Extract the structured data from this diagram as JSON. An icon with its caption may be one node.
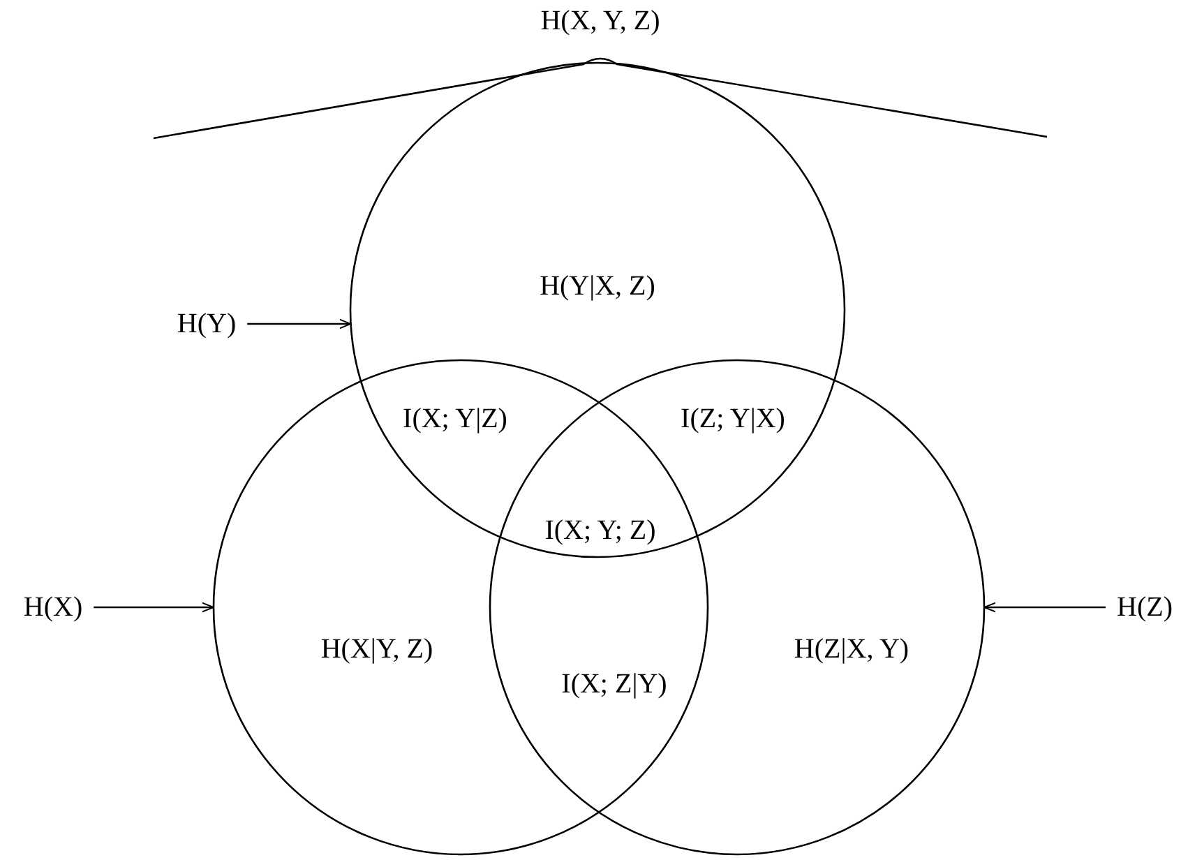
{
  "diagram": {
    "nodes": [
      {
        "text": [
          "H(Y)"
        ]
      },
      {
        "text": [
          "H(X)"
        ]
      },
      {
        "text": [
          "H(Z)"
        ]
      },
      {
        "text": [],
        "shape": "circle"
      },
      {
        "text": [],
        "shape": "circle"
      },
      {
        "text": [],
        "shape": "circle"
      }
    ],
    "edges": [
      {
        "from": 0,
        "to": 4,
        "arrow": "to"
      },
      {
        "from": 1,
        "to": 3,
        "arrow": "to"
      },
      {
        "from": 2,
        "to": 5,
        "arrow": "to"
      }
    ],
    "labels": [
      "H(X, Y, Z)",
      "H(Y|X, Z)",
      "I(X; Y|Z)",
      "I(Z; Y|X)",
      "I(X; Y; Z)",
      "H(X|Y, Z)",
      "H(Z|X, Y)",
      "I(X; Z|Y)"
    ]
  }
}
